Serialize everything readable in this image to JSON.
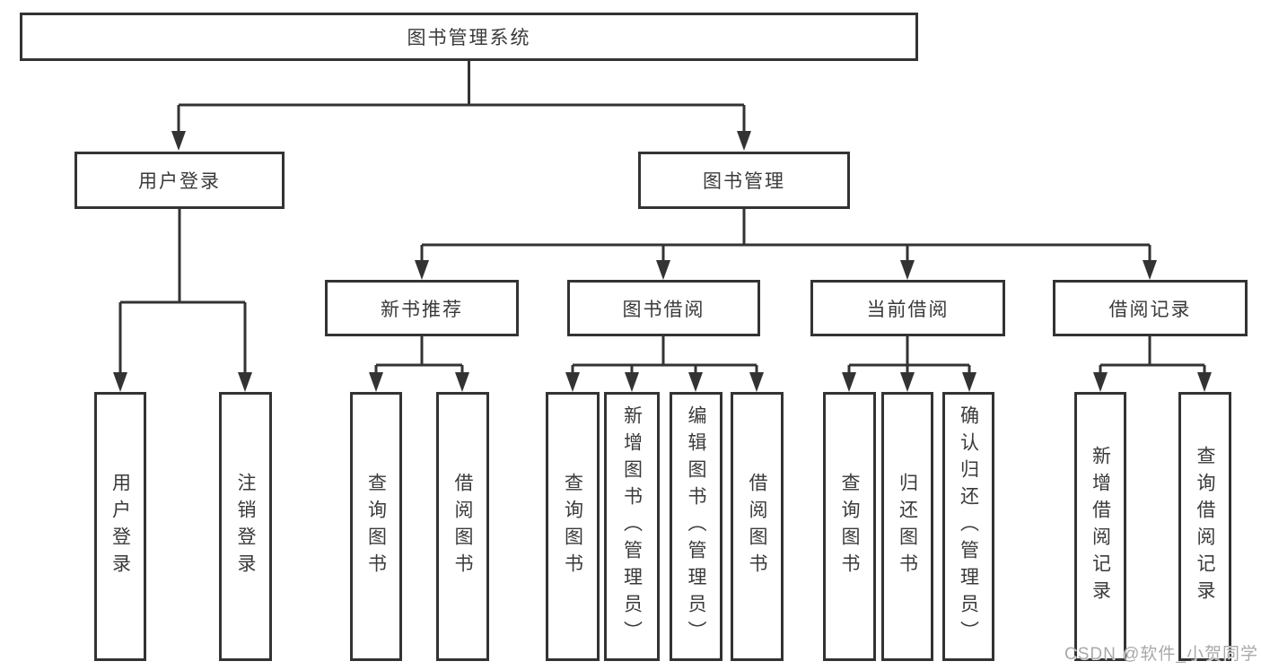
{
  "tree": {
    "root": {
      "label": "图书管理系统"
    },
    "level2": [
      {
        "label": "用户登录",
        "children": [
          {
            "label": "用户登录"
          },
          {
            "label": "注销登录"
          }
        ]
      },
      {
        "label": "图书管理",
        "children": [
          {
            "label": "新书推荐",
            "children": [
              {
                "label": "查询图书"
              },
              {
                "label": "借阅图书"
              }
            ]
          },
          {
            "label": "图书借阅",
            "children": [
              {
                "label": "查询图书"
              },
              {
                "label": "新增图书（管理员）"
              },
              {
                "label": "编辑图书（管理员）"
              },
              {
                "label": "借阅图书"
              }
            ]
          },
          {
            "label": "当前借阅",
            "children": [
              {
                "label": "查询图书"
              },
              {
                "label": "归还图书"
              },
              {
                "label": "确认归还（管理员）"
              }
            ]
          },
          {
            "label": "借阅记录",
            "children": [
              {
                "label": "新增借阅记录"
              },
              {
                "label": "查询借阅记录"
              }
            ]
          }
        ]
      }
    ]
  },
  "watermark": {
    "text": "CSDN @软件_小贺同学"
  },
  "colors": {
    "line": "#333333",
    "box_border": "#333333",
    "text": "#3a3a3a",
    "watermark": "#a9a9a9",
    "background": "#ffffff"
  }
}
